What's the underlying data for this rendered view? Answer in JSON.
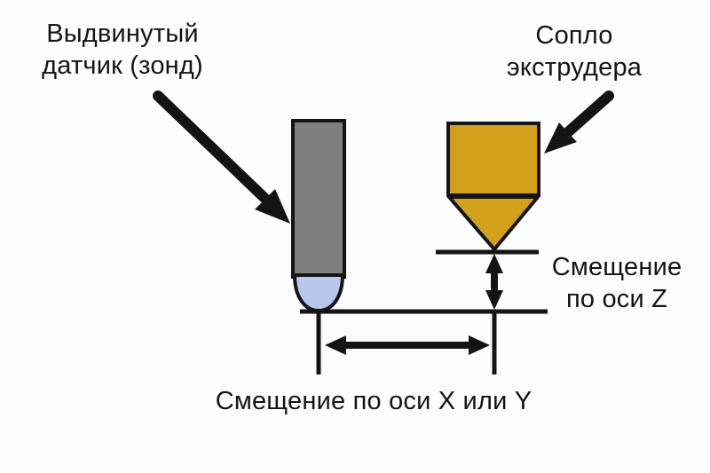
{
  "diagram": {
    "title": "Probe and extruder nozzle offset diagram",
    "labels": {
      "probe": {
        "line1": "Выдвинутый",
        "line2": "датчик (зонд)"
      },
      "nozzle": {
        "line1": "Сопло",
        "line2": "экструдера"
      },
      "z_offset": {
        "line1": "Смещение",
        "line2": "по оси Z"
      },
      "xy_offset": {
        "text": "Смещение по оси X или Y"
      }
    },
    "colors": {
      "probe_body": "#7F7F7F",
      "probe_tip": "#B5C8EB",
      "nozzle": "#D1A11B",
      "ink": "#141414",
      "background": "#FDFDFD"
    }
  }
}
